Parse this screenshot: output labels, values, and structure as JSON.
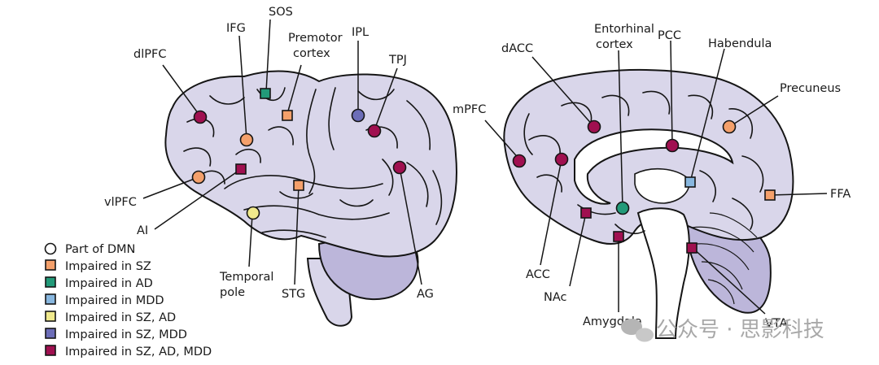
{
  "colors": {
    "brain_fill": "#d9d6ea",
    "brain_dark": "#bcb6da",
    "outline": "#151515",
    "impaired_sz": "#f4a06b",
    "impaired_ad": "#229a79",
    "impaired_mdd": "#88b7df",
    "impaired_sz_ad": "#f0e98c",
    "impaired_sz_mdd": "#6c6db8",
    "impaired_sz_ad_mdd": "#a01050"
  },
  "legend": [
    {
      "label": "Part of DMN",
      "shape": "circle",
      "color": "#ffffff"
    },
    {
      "label": "Impaired in SZ",
      "shape": "square",
      "color": "#f4a06b"
    },
    {
      "label": "Impaired in AD",
      "shape": "square",
      "color": "#229a79"
    },
    {
      "label": "Impaired in MDD",
      "shape": "square",
      "color": "#88b7df"
    },
    {
      "label": "Impaired in SZ, AD",
      "shape": "square",
      "color": "#f0e98c"
    },
    {
      "label": "Impaired in SZ, MDD",
      "shape": "square",
      "color": "#6c6db8"
    },
    {
      "label": "Impaired in SZ, AD, MDD",
      "shape": "square",
      "color": "#a01050"
    }
  ],
  "lateral_labels": {
    "sos": "SOS",
    "ifg": "IFG",
    "premotor_1": "Premotor",
    "premotor_2": "cortex",
    "ipl": "IPL",
    "tpj": "TPJ",
    "dlpfc": "dlPFC",
    "vlpfc": "vlPFC",
    "ai": "AI",
    "temporal_pole_1": "Temporal",
    "temporal_pole_2": "pole",
    "stg": "STG",
    "ag": "AG"
  },
  "medial_labels": {
    "entorhinal_1": "Entorhinal",
    "entorhinal_2": "cortex",
    "dacc": "dACC",
    "pcc": "PCC",
    "habendula": "Habendula",
    "precuneus": "Precuneus",
    "mpfc": "mPFC",
    "ffa": "FFA",
    "acc": "ACC",
    "nac": "NAc",
    "amygdala": "Amygdala",
    "vta": "VTA"
  },
  "watermark": "公众号 · 思影科技"
}
